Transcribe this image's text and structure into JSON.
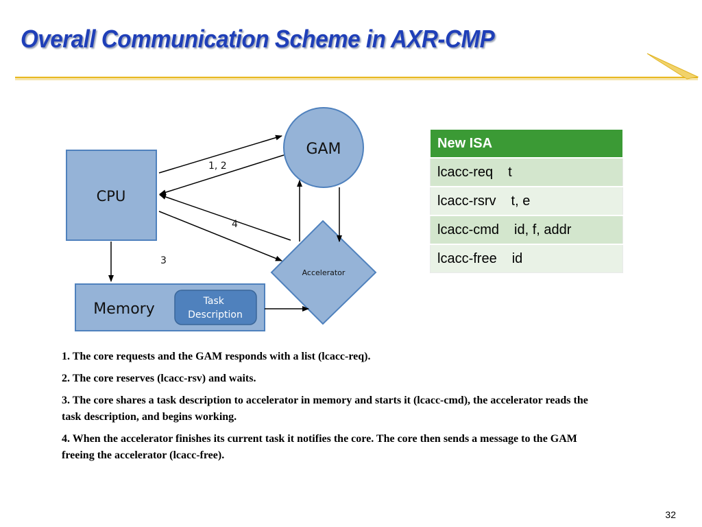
{
  "slide": {
    "title": "Overall Communication Scheme in AXR-CMP",
    "page_number": "32"
  },
  "diagram": {
    "nodes": {
      "cpu": "CPU",
      "gam": "GAM",
      "memory": "Memory",
      "task_description": [
        "Task",
        "Description"
      ],
      "accelerator": "Accelerator"
    },
    "edge_labels": {
      "cpu_gam": "1, 2",
      "accelerator_cpu": "4",
      "cpu_accelerator": "3"
    },
    "colors": {
      "node_fill": "#95b3d7",
      "node_stroke": "#4f81bd",
      "task_fill": "#4f81bd",
      "title_blue": "#1f3fb8",
      "accent_gold": "#e8b820",
      "table_header": "#3b9a35"
    }
  },
  "isa_table": {
    "header": "New ISA",
    "rows": [
      {
        "instr": "lcacc-req",
        "args": "t"
      },
      {
        "instr": "lcacc-rsrv",
        "args": "t, e"
      },
      {
        "instr": "lcacc-cmd",
        "args": "id, f, addr"
      },
      {
        "instr": "lcacc-free",
        "args": "id"
      }
    ]
  },
  "notes": [
    "1. The core requests and the GAM responds with a list (lcacc-req).",
    "2. The core reserves (lcacc-rsv) and waits.",
    "3. The core shares a task description to accelerator in memory and starts it (lcacc-cmd), the accelerator reads the task description, and begins working.",
    "4. When the accelerator finishes its current task it notifies the core. The core then sends a message to the GAM freeing the accelerator (lcacc-free)."
  ]
}
